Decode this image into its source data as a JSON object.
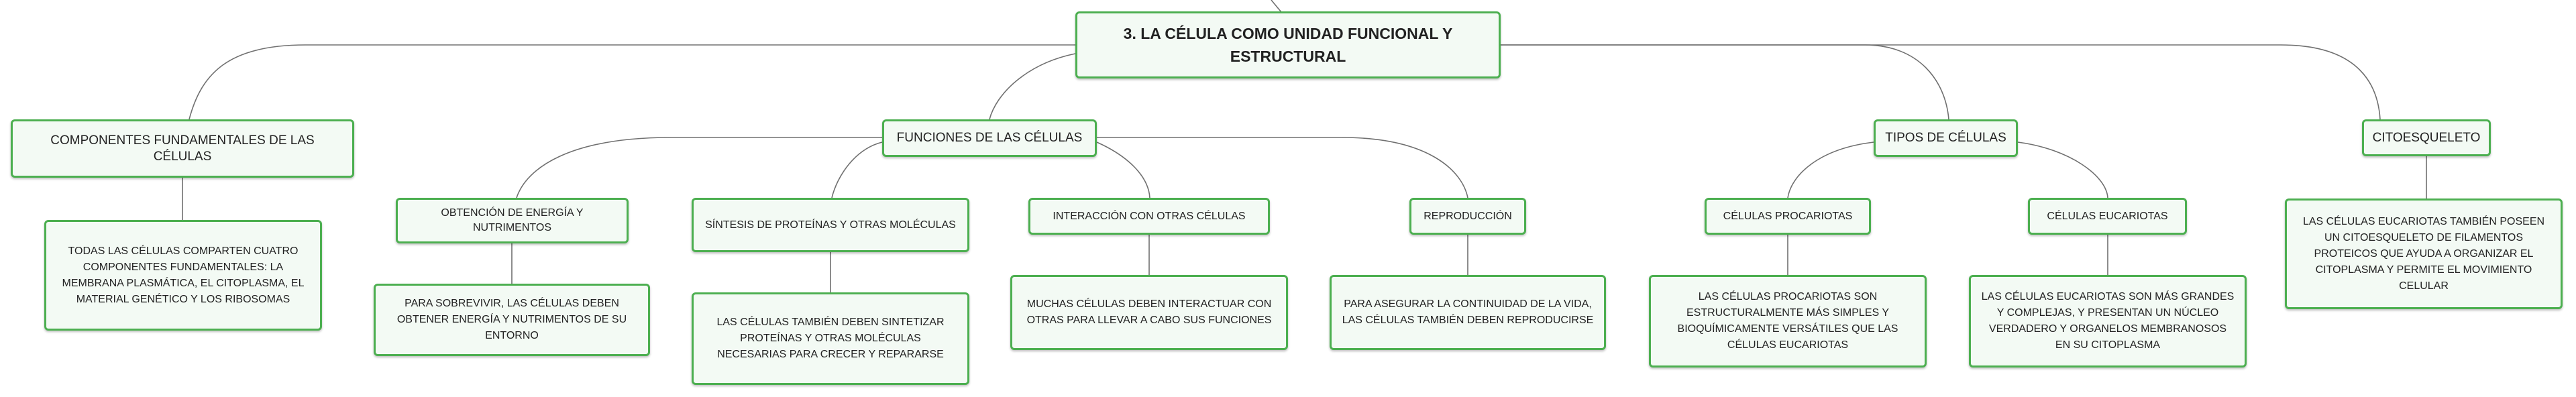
{
  "root": {
    "title": "3. LA CÉLULA COMO UNIDAD FUNCIONAL Y ESTRUCTURAL"
  },
  "branches": {
    "componentes": {
      "label": "COMPONENTES FUNDAMENTALES DE LAS CÉLULAS",
      "detail": "TODAS LAS CÉLULAS COMPARTEN CUATRO COMPONENTES FUNDAMENTALES: LA MEMBRANA PLASMÁTICA, EL CITOPLASMA, EL MATERIAL GENÉTICO Y LOS RIBOSOMAS"
    },
    "funciones": {
      "label": "FUNCIONES DE LAS CÉLULAS",
      "children": [
        {
          "label": "OBTENCIÓN DE ENERGÍA Y NUTRIMENTOS",
          "detail": "PARA SOBREVIVIR, LAS CÉLULAS DEBEN OBTENER ENERGÍA Y NUTRIMENTOS DE SU ENTORNO"
        },
        {
          "label": "SÍNTESIS DE PROTEÍNAS Y OTRAS MOLÉCULAS",
          "detail": "LAS CÉLULAS TAMBIÉN DEBEN SINTETIZAR PROTEÍNAS Y OTRAS MOLÉCULAS NECESARIAS PARA CRECER Y REPARARSE"
        },
        {
          "label": "INTERACCIÓN CON OTRAS CÉLULAS",
          "detail": "MUCHAS CÉLULAS DEBEN INTERACTUAR CON OTRAS PARA LLEVAR A CABO SUS FUNCIONES"
        },
        {
          "label": "REPRODUCCIÓN",
          "detail": "PARA ASEGURAR LA CONTINUIDAD DE LA VIDA, LAS CÉLULAS TAMBIÉN DEBEN REPRODUCIRSE"
        }
      ]
    },
    "tipos": {
      "label": "TIPOS DE CÉLULAS",
      "children": [
        {
          "label": "CÉLULAS PROCARIOTAS",
          "detail": "LAS CÉLULAS PROCARIOTAS SON ESTRUCTURALMENTE MÁS SIMPLES Y BIOQUÍMICAMENTE VERSÁTILES QUE LAS CÉLULAS EUCARIOTAS"
        },
        {
          "label": "CÉLULAS EUCARIOTAS",
          "detail": "LAS CÉLULAS EUCARIOTAS SON MÁS GRANDES Y COMPLEJAS, Y PRESENTAN UN NÚCLEO VERDADERO Y ORGANELOS MEMBRANOSOS EN SU CITOPLASMA"
        }
      ]
    },
    "citoesqueleto": {
      "label": "CITOESQUELETO",
      "detail": "LAS CÉLULAS EUCARIOTAS TAMBIÉN POSEEN UN CITOESQUELETO DE FILAMENTOS PROTEICOS QUE AYUDA A ORGANIZAR EL CITOPLASMA Y PERMITE EL MOVIMIENTO CELULAR"
    }
  },
  "colors": {
    "border": "#4caf50",
    "fill": "#f3faf4",
    "connector": "#707070"
  }
}
